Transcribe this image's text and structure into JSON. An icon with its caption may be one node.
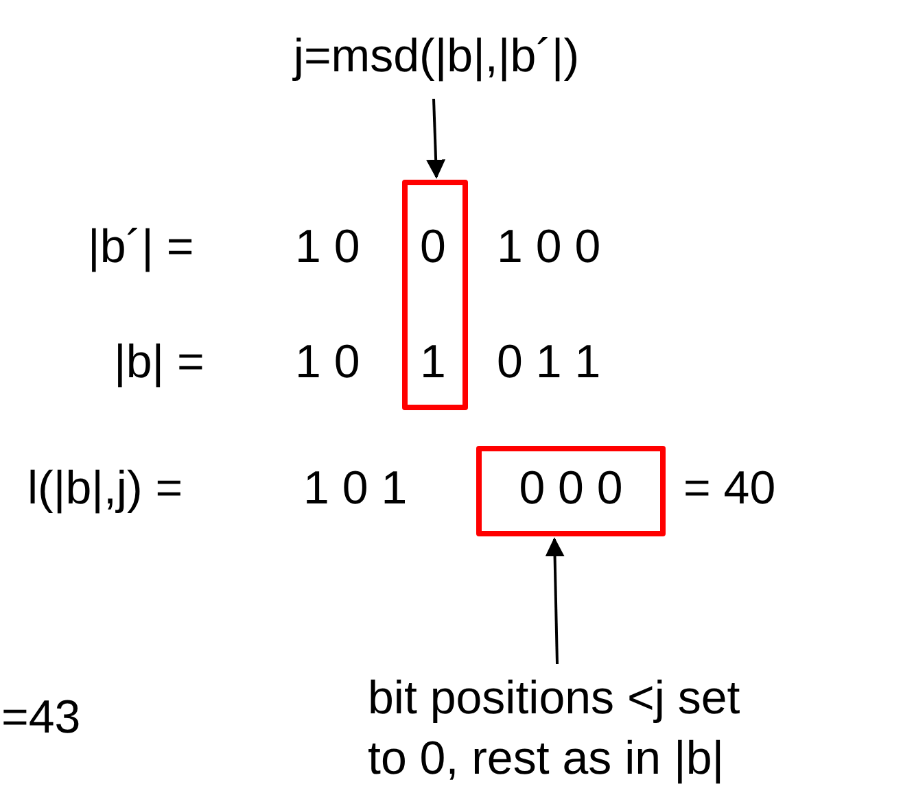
{
  "diagram": {
    "nodes": [
      {
        "text": [
          "j=msd(|b|,|b´|)"
        ]
      },
      {
        "text": [],
        "shape": "box"
      },
      {
        "text": [
          "0 0 0"
        ]
      },
      {
        "text": [
          "bit positions <j set to 0, rest as in |b|"
        ]
      }
    ],
    "edges": [
      {
        "from": 0,
        "to": 1,
        "arrow": "to"
      },
      {
        "from": 3,
        "to": 2,
        "arrow": "to"
      }
    ],
    "labels": [
      "|b´| =",
      "1 0",
      "0",
      "1 0 0",
      "|b| =",
      "1 0",
      "1",
      "0 1 1",
      "l(|b|,j) =",
      "1 0 1",
      "= 40",
      "=43"
    ]
  }
}
